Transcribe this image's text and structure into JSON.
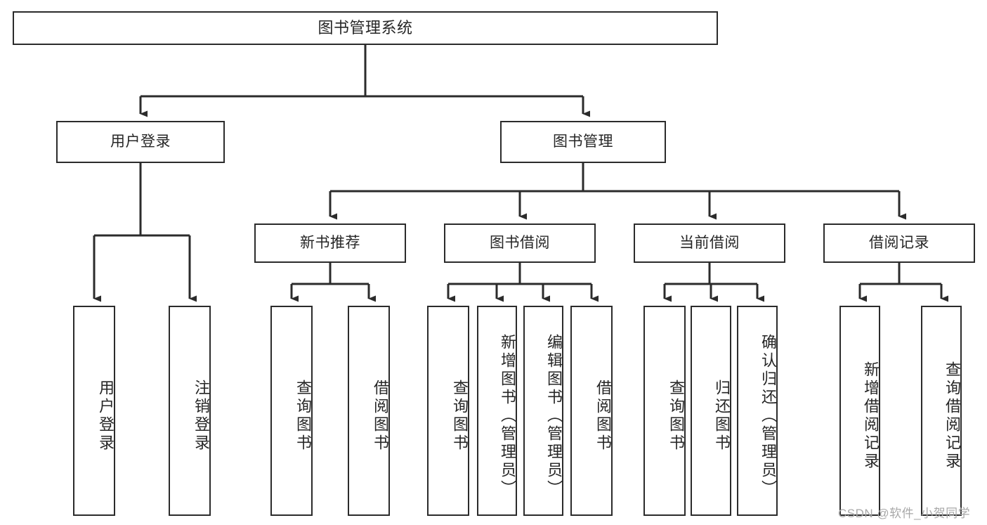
{
  "diagram": {
    "title": "图书管理系统",
    "type": "hierarchy-tree",
    "root": {
      "id": "root",
      "label": "图书管理系统"
    },
    "level2": [
      {
        "id": "user-login",
        "label": "用户登录"
      },
      {
        "id": "book-manage",
        "label": "图书管理"
      }
    ],
    "level3": [
      {
        "id": "new-book-recommend",
        "label": "新书推荐",
        "parent": "book-manage"
      },
      {
        "id": "book-borrow",
        "label": "图书借阅",
        "parent": "book-manage"
      },
      {
        "id": "current-borrow",
        "label": "当前借阅",
        "parent": "book-manage"
      },
      {
        "id": "borrow-record",
        "label": "借阅记录",
        "parent": "book-manage"
      }
    ],
    "leaves": {
      "user_login": [
        {
          "id": "leaf-user-login",
          "label": "用户登录"
        },
        {
          "id": "leaf-logout",
          "label": "注销登录"
        }
      ],
      "new_book_recommend": [
        {
          "id": "leaf-query-book-1",
          "label": "查询图书"
        },
        {
          "id": "leaf-borrow-book-1",
          "label": "借阅图书"
        }
      ],
      "book_borrow": [
        {
          "id": "leaf-query-book-2",
          "label": "查询图书"
        },
        {
          "id": "leaf-add-book",
          "label": "新增图书（管理员）"
        },
        {
          "id": "leaf-edit-book",
          "label": "编辑图书（管理员）"
        },
        {
          "id": "leaf-borrow-book-2",
          "label": "借阅图书"
        }
      ],
      "current_borrow": [
        {
          "id": "leaf-query-book-3",
          "label": "查询图书"
        },
        {
          "id": "leaf-return-book",
          "label": "归还图书"
        },
        {
          "id": "leaf-confirm-return",
          "label": "确认归还（管理员）"
        }
      ],
      "borrow_record": [
        {
          "id": "leaf-add-record",
          "label": "新增借阅记录"
        },
        {
          "id": "leaf-query-record",
          "label": "查询借阅记录"
        }
      ]
    },
    "colors": {
      "stroke": "#2b2b2b",
      "fill": "#ffffff",
      "text": "#262626",
      "watermark": "#a8a8a8"
    }
  },
  "watermark": {
    "text": "CSDN @软件_小贺同学"
  }
}
